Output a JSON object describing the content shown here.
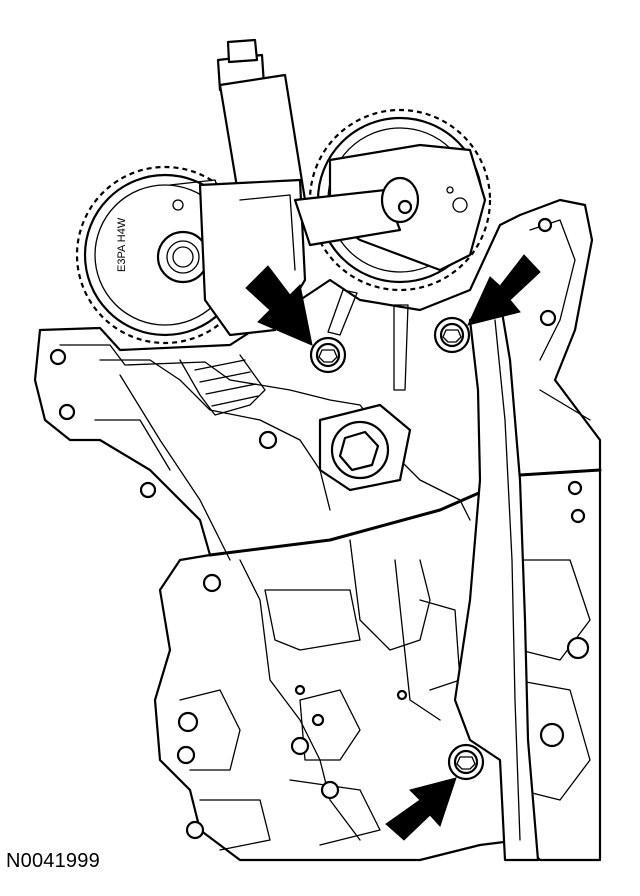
{
  "figure": {
    "reference_code": "N0041999",
    "sprocket_marking": "E3PA H4W",
    "arrows": [
      {
        "target": "left-upper-bolt"
      },
      {
        "target": "right-upper-bolt"
      },
      {
        "target": "lower-bolt"
      }
    ],
    "line_color": "#000000",
    "background_color": "#ffffff"
  }
}
